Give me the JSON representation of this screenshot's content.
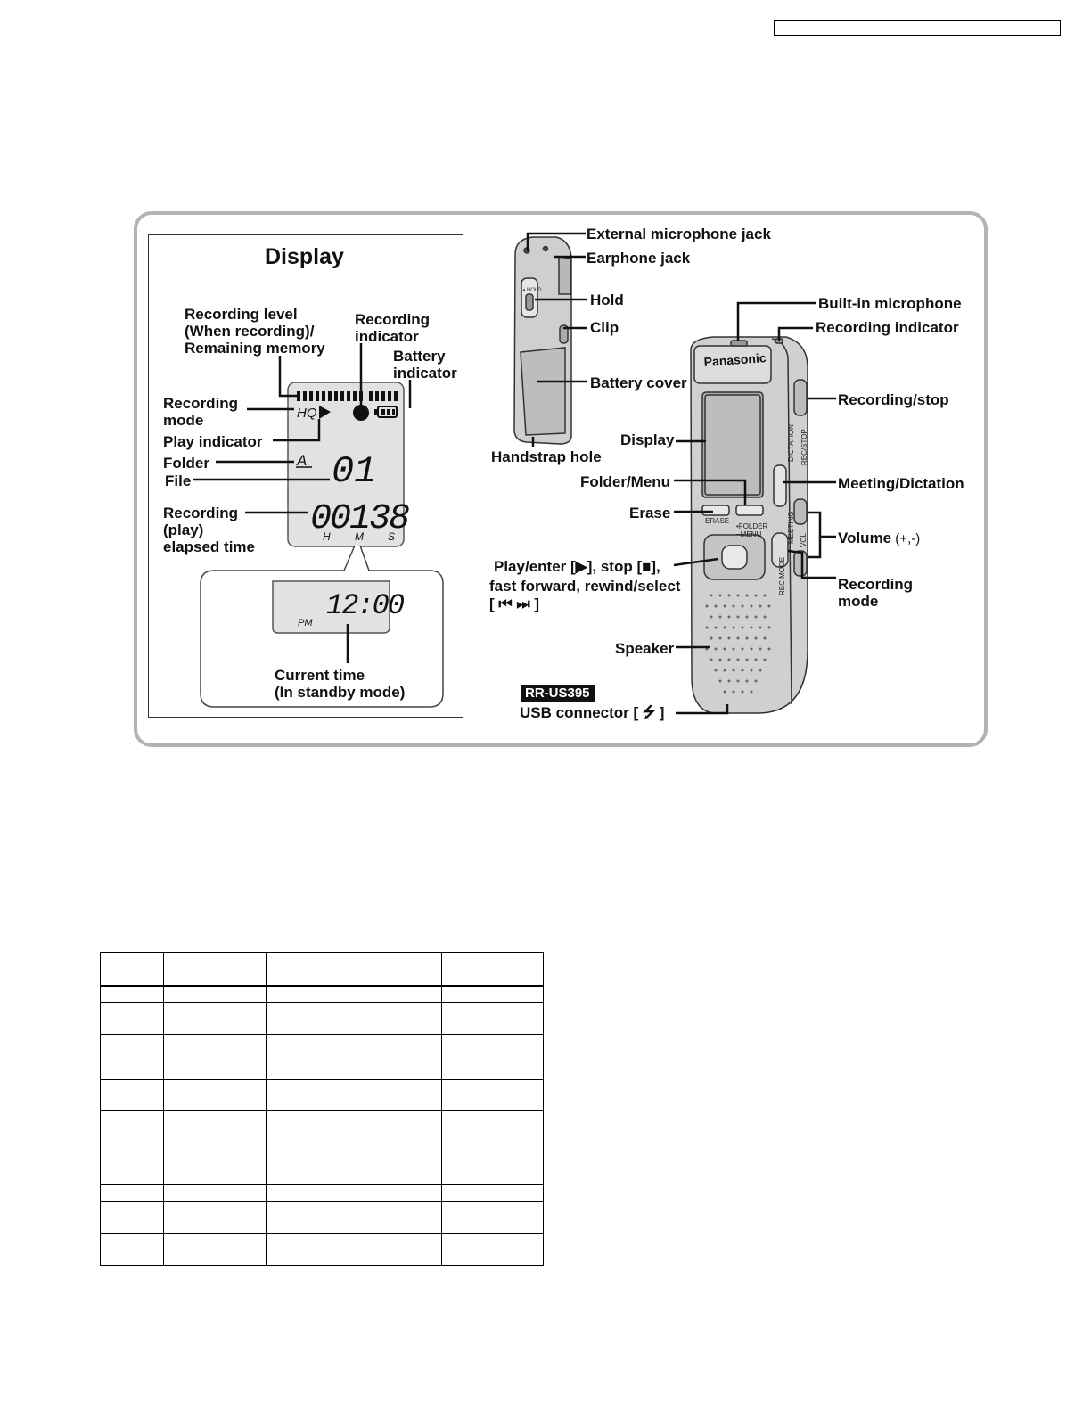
{
  "display_panel": {
    "title": "Display",
    "labels": {
      "recording_level": "Recording level\n(When recording)/\n Remaining memory",
      "recording_indicator": "Recording\nindicator",
      "battery_indicator": " Battery\nindicator",
      "recording_mode": "Recording\nmode",
      "play_indicator": "Play indicator",
      "folder": "Folder",
      "file": "File",
      "elapsed_time": "Recording\n (play)\nelapsed time",
      "current_time": "Current time\n(In standby mode)"
    },
    "lcd": {
      "mode": "HQ",
      "folder_symbol": "A",
      "file_number": "01",
      "elapsed_digits": "00138",
      "h": "H",
      "m": "M",
      "s": "S",
      "clock": "12:00",
      "pm": "PM"
    }
  },
  "device_labels": {
    "external_mic_jack": "External microphone jack",
    "earphone_jack": "Earphone jack",
    "hold": "Hold",
    "clip": "Clip",
    "battery_cover": "Battery cover",
    "handstrap_hole": "Handstrap hole",
    "builtin_mic": "Built-in microphone",
    "recording_indicator": "Recording indicator",
    "recording_stop": "Recording/stop",
    "display": "Display",
    "folder_menu": "Folder/Menu",
    "meeting_dictation": "Meeting/Dictation",
    "erase": "Erase",
    "volume": "Volume",
    "volume_sub": " (+,-)",
    "play_stop_line1": "Play/enter [▶], stop [■],",
    "play_stop_line2": "fast forward, rewind/select",
    "play_stop_line3": "[ ⏮  ⏭ ]",
    "recording_mode": "Recording\nmode",
    "speaker": "Speaker",
    "model_badge": "RR-US395",
    "usb_connector": "USB connector [ ⭍ ]"
  },
  "device_markings": {
    "brand": "Panasonic",
    "dictation": "DICTATION",
    "rec_stop": "REC/STOP",
    "meeting": "MEETING",
    "vol": "VOL",
    "erase": "ERASE",
    "folder": "•FOLDER",
    "menu": "−MENU",
    "rec_mode": "REC MODE",
    "hold": "▲HOLD"
  },
  "table": {
    "rows": [
      [
        "",
        "",
        "",
        "",
        ""
      ],
      [
        "",
        "",
        "",
        "",
        ""
      ],
      [
        "",
        "",
        "",
        "",
        ""
      ],
      [
        "",
        "",
        "",
        "",
        ""
      ],
      [
        "",
        "",
        "",
        "",
        ""
      ],
      [
        "",
        "",
        "",
        "",
        ""
      ],
      [
        "",
        "",
        "",
        "",
        ""
      ],
      [
        "",
        "",
        "",
        "",
        ""
      ],
      [
        "",
        "",
        "",
        "",
        ""
      ]
    ]
  }
}
